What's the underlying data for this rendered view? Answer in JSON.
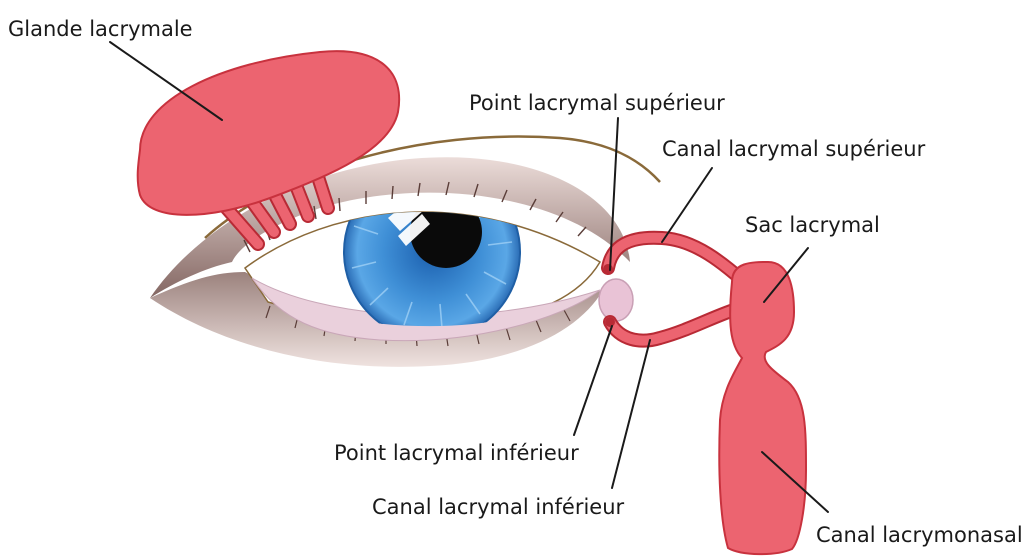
{
  "labels": {
    "glande_lacrymale": "Glande lacrymale",
    "point_lacrymal_superieur": "Point lacrymal supérieur",
    "canal_lacrymal_superieur": "Canal lacrymal supérieur",
    "sac_lacrymal": "Sac lacrymal",
    "point_lacrymal_inferieur": "Point lacrymal inférieur",
    "canal_lacrymal_inferieur": "Canal lacrymal inférieur",
    "canal_lacrymonasal": "Canal lacrymonasal"
  },
  "colors": {
    "lacrimal_tissue": "#ec6470",
    "lacrimal_outline": "#c8323e",
    "iris": "#3f8fd6",
    "pupil": "#0a0a0a",
    "sclera": "#ffffff",
    "eyelid_skin": "#d9c2bd",
    "eyelid_shadow": "#7a5a55",
    "eyebrow_line": "#8a6a3a",
    "caruncle": "#e9c3d6",
    "text": "#1a1a1a"
  }
}
